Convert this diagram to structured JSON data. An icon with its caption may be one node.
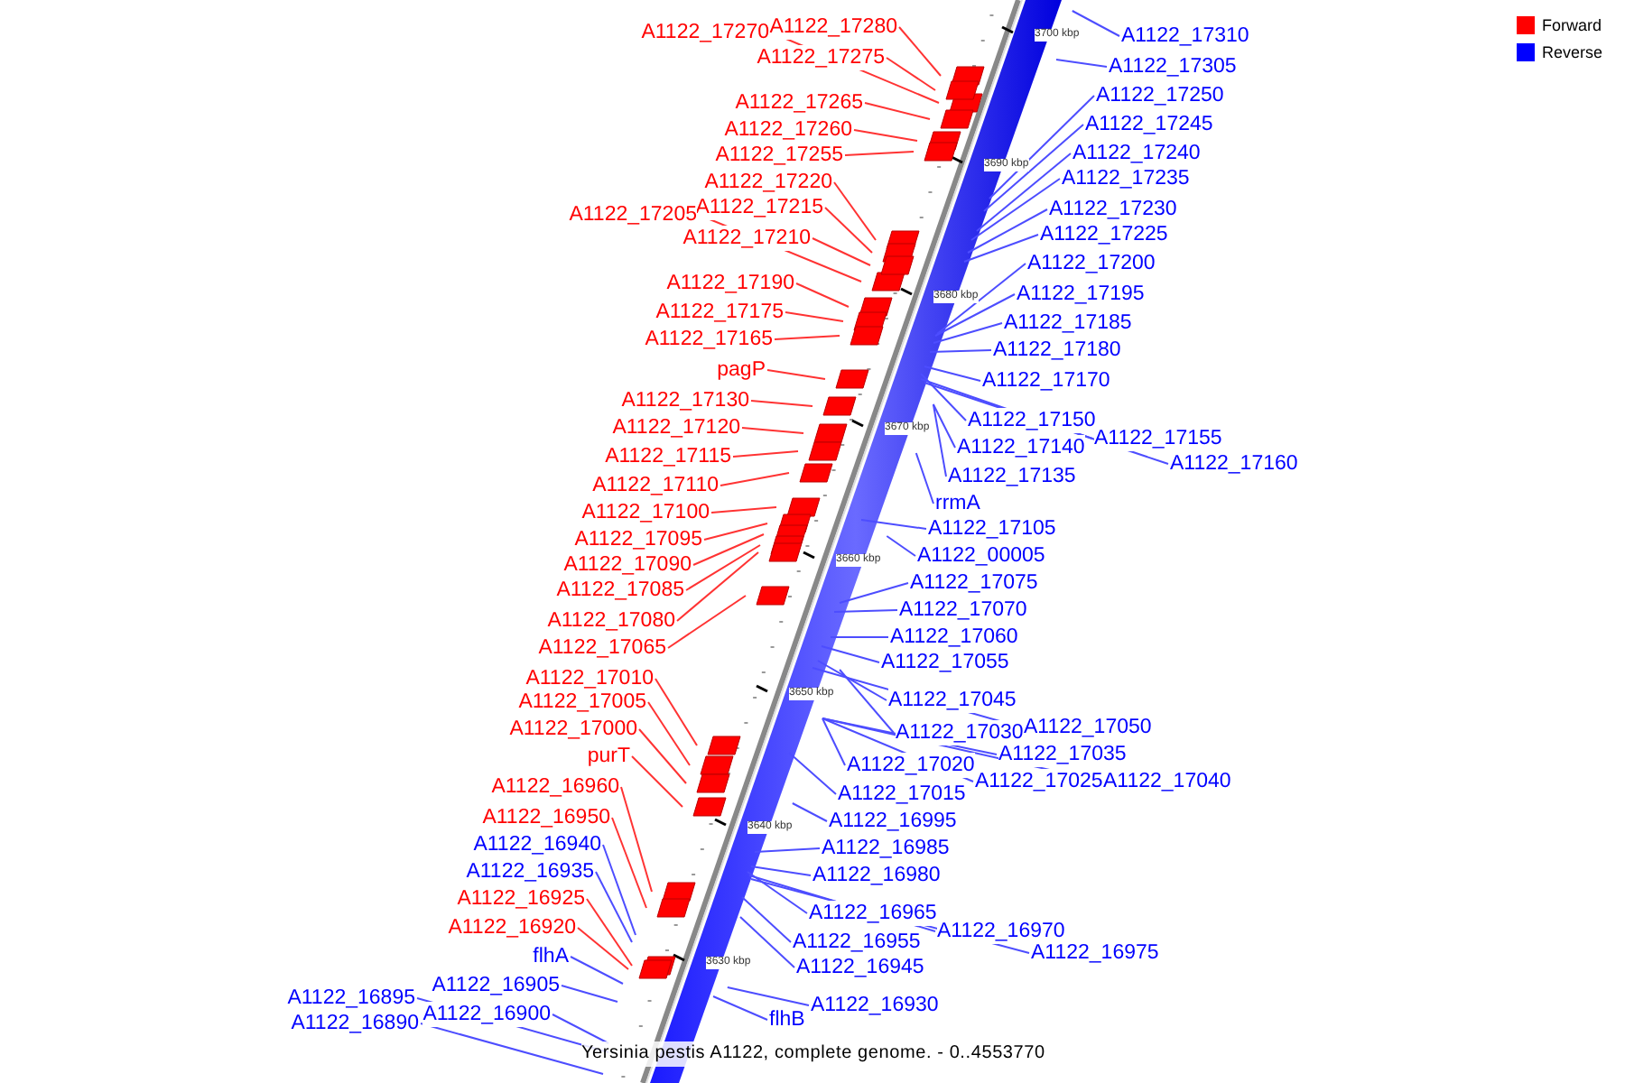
{
  "diagram": {
    "caption": "Yersinia pestis A1122, complete genome. - 0..4553770",
    "nodes": [
      {
        "text": [
          "A1122_17270"
        ]
      },
      {
        "text": [
          "A1122_17280"
        ]
      },
      {
        "text": [
          "A1122_17275"
        ]
      },
      {
        "text": [
          "A1122_17265"
        ]
      },
      {
        "text": [
          "A1122_17260"
        ]
      },
      {
        "text": [
          "A1122_17255"
        ]
      },
      {
        "text": [
          "A1122_17220"
        ]
      },
      {
        "text": [
          "A1122_17215"
        ]
      },
      {
        "text": [
          "A1122_17205"
        ]
      },
      {
        "text": [
          "A1122_17210"
        ]
      },
      {
        "text": [
          "A1122_17190"
        ]
      },
      {
        "text": [
          "A1122_17175"
        ]
      },
      {
        "text": [
          "A1122_17165"
        ]
      },
      {
        "text": [
          "pagP"
        ]
      },
      {
        "text": [
          "A1122_17130"
        ]
      },
      {
        "text": [
          "A1122_17120"
        ]
      },
      {
        "text": [
          "A1122_17115"
        ]
      },
      {
        "text": [
          "A1122_17110"
        ]
      },
      {
        "text": [
          "A1122_17100"
        ]
      },
      {
        "text": [
          "A1122_17095"
        ]
      },
      {
        "text": [
          "A1122_17090"
        ]
      },
      {
        "text": [
          "A1122_17085"
        ]
      },
      {
        "text": [
          "A1122_17080"
        ]
      },
      {
        "text": [
          "A1122_17065"
        ]
      },
      {
        "text": [
          "A1122_17010"
        ]
      },
      {
        "text": [
          "A1122_17005"
        ]
      },
      {
        "text": [
          "A1122_17000"
        ]
      },
      {
        "text": [
          "purT"
        ]
      },
      {
        "text": [
          "A1122_16960"
        ]
      },
      {
        "text": [
          "A1122_16950"
        ]
      },
      {
        "text": [
          "A1122_16940"
        ]
      },
      {
        "text": [
          "A1122_16935"
        ]
      },
      {
        "text": [
          "A1122_16925"
        ]
      },
      {
        "text": [
          "A1122_16920"
        ]
      },
      {
        "text": [
          "flhA"
        ]
      },
      {
        "text": [
          "A1122_16905"
        ]
      },
      {
        "text": [
          "A1122_16895"
        ]
      },
      {
        "text": [
          "A1122_16900"
        ]
      },
      {
        "text": [
          "A1122_16890"
        ]
      },
      {
        "text": [
          "A1122_17310"
        ]
      },
      {
        "text": [
          "A1122_17305"
        ]
      },
      {
        "text": [
          "A1122_17250"
        ]
      },
      {
        "text": [
          "A1122_17245"
        ]
      },
      {
        "text": [
          "A1122_17240"
        ]
      },
      {
        "text": [
          "A1122_17235"
        ]
      },
      {
        "text": [
          "A1122_17230"
        ]
      },
      {
        "text": [
          "A1122_17225"
        ]
      },
      {
        "text": [
          "A1122_17200"
        ]
      },
      {
        "text": [
          "A1122_17195"
        ]
      },
      {
        "text": [
          "A1122_17185"
        ]
      },
      {
        "text": [
          "A1122_17180"
        ]
      },
      {
        "text": [
          "A1122_17170"
        ]
      },
      {
        "text": [
          "A1122_17150"
        ]
      },
      {
        "text": [
          "A1122_17155"
        ]
      },
      {
        "text": [
          "A1122_17160"
        ]
      },
      {
        "text": [
          "A1122_17140"
        ]
      },
      {
        "text": [
          "A1122_17135"
        ]
      },
      {
        "text": [
          "rrmA"
        ]
      },
      {
        "text": [
          "A1122_17105"
        ]
      },
      {
        "text": [
          "A1122_00005"
        ]
      },
      {
        "text": [
          "A1122_17075"
        ]
      },
      {
        "text": [
          "A1122_17070"
        ]
      },
      {
        "text": [
          "A1122_17060"
        ]
      },
      {
        "text": [
          "A1122_17055"
        ]
      },
      {
        "text": [
          "A1122_17045"
        ]
      },
      {
        "text": [
          "A1122_17050"
        ]
      },
      {
        "text": [
          "A1122_17030"
        ]
      },
      {
        "text": [
          "A1122_17035"
        ]
      },
      {
        "text": [
          "A1122_17025"
        ]
      },
      {
        "text": [
          "A1122_17040"
        ]
      },
      {
        "text": [
          "A1122_17020"
        ]
      },
      {
        "text": [
          "A1122_17015"
        ]
      },
      {
        "text": [
          "A1122_16995"
        ]
      },
      {
        "text": [
          "A1122_16985"
        ]
      },
      {
        "text": [
          "A1122_16980"
        ]
      },
      {
        "text": [
          "A1122_16965"
        ]
      },
      {
        "text": [
          "A1122_16970"
        ]
      },
      {
        "text": [
          "A1122_16975"
        ]
      },
      {
        "text": [
          "A1122_16955"
        ]
      },
      {
        "text": [
          "A1122_16945"
        ]
      },
      {
        "text": [
          "A1122_16930"
        ]
      },
      {
        "text": [
          "flhB"
        ]
      }
    ],
    "edges": [
      {
        "from": 0,
        "to": null,
        "arrow": "none",
        "color": "#ff3333"
      },
      {
        "from": 1,
        "to": null,
        "arrow": "none",
        "color": "#ff3333"
      },
      {
        "from": 2,
        "to": null,
        "arrow": "none",
        "color": "#ff3333"
      },
      {
        "from": 3,
        "to": null,
        "arrow": "none",
        "color": "#ff3333"
      },
      {
        "from": 4,
        "to": null,
        "arrow": "none",
        "color": "#ff3333"
      },
      {
        "from": 5,
        "to": null,
        "arrow": "none",
        "color": "#ff3333"
      },
      {
        "from": 6,
        "to": null,
        "arrow": "none",
        "color": "#ff3333"
      },
      {
        "from": 7,
        "to": null,
        "arrow": "none",
        "color": "#ff3333"
      },
      {
        "from": 8,
        "to": null,
        "arrow": "none",
        "color": "#ff3333"
      },
      {
        "from": 9,
        "to": null,
        "arrow": "none",
        "color": "#ff3333"
      },
      {
        "from": 10,
        "to": null,
        "arrow": "none",
        "color": "#ff3333"
      },
      {
        "from": 11,
        "to": null,
        "arrow": "none",
        "color": "#ff3333"
      },
      {
        "from": 12,
        "to": null,
        "arrow": "none",
        "color": "#ff3333"
      },
      {
        "from": 13,
        "to": null,
        "arrow": "none",
        "color": "#ff3333"
      },
      {
        "from": 14,
        "to": null,
        "arrow": "none",
        "color": "#ff3333"
      },
      {
        "from": 15,
        "to": null,
        "arrow": "none",
        "color": "#ff3333"
      },
      {
        "from": 16,
        "to": null,
        "arrow": "none",
        "color": "#ff3333"
      },
      {
        "from": 17,
        "to": null,
        "arrow": "none",
        "color": "#ff3333"
      },
      {
        "from": 18,
        "to": null,
        "arrow": "none",
        "color": "#ff3333"
      },
      {
        "from": 19,
        "to": null,
        "arrow": "none",
        "color": "#ff3333"
      },
      {
        "from": 20,
        "to": null,
        "arrow": "none",
        "color": "#ff3333"
      },
      {
        "from": 21,
        "to": null,
        "arrow": "none",
        "color": "#ff3333"
      },
      {
        "from": 22,
        "to": null,
        "arrow": "none",
        "color": "#ff3333"
      },
      {
        "from": 23,
        "to": null,
        "arrow": "none",
        "color": "#ff3333"
      },
      {
        "from": 24,
        "to": null,
        "arrow": "none",
        "color": "#ff3333"
      },
      {
        "from": 25,
        "to": null,
        "arrow": "none",
        "color": "#ff3333"
      },
      {
        "from": 26,
        "to": null,
        "arrow": "none",
        "color": "#ff3333"
      },
      {
        "from": 27,
        "to": null,
        "arrow": "none",
        "color": "#ff3333"
      },
      {
        "from": 28,
        "to": null,
        "arrow": "none",
        "color": "#ff3333"
      },
      {
        "from": 29,
        "to": null,
        "arrow": "none",
        "color": "#ff3333"
      },
      {
        "from": 30,
        "to": null,
        "arrow": "none"
      },
      {
        "from": 31,
        "to": null,
        "arrow": "none"
      },
      {
        "from": 32,
        "to": null,
        "arrow": "none",
        "color": "#ff3333"
      },
      {
        "from": 33,
        "to": null,
        "arrow": "none",
        "color": "#ff3333"
      },
      {
        "from": 34,
        "to": null,
        "arrow": "none"
      },
      {
        "from": 35,
        "to": null,
        "arrow": "none"
      },
      {
        "from": 36,
        "to": null,
        "arrow": "none"
      },
      {
        "from": 37,
        "to": null,
        "arrow": "none"
      },
      {
        "from": 38,
        "to": null,
        "arrow": "none"
      },
      {
        "from": 39,
        "to": null,
        "arrow": "none"
      },
      {
        "from": 40,
        "to": null,
        "arrow": "none"
      },
      {
        "from": 41,
        "to": null,
        "arrow": "none"
      },
      {
        "from": 42,
        "to": null,
        "arrow": "none"
      },
      {
        "from": 43,
        "to": null,
        "arrow": "none"
      },
      {
        "from": 44,
        "to": null,
        "arrow": "none"
      },
      {
        "from": 45,
        "to": null,
        "arrow": "none"
      },
      {
        "from": 46,
        "to": null,
        "arrow": "none"
      },
      {
        "from": 47,
        "to": null,
        "arrow": "none"
      },
      {
        "from": 48,
        "to": null,
        "arrow": "none"
      },
      {
        "from": 49,
        "to": null,
        "arrow": "none"
      },
      {
        "from": 50,
        "to": null,
        "arrow": "none"
      },
      {
        "from": 51,
        "to": null,
        "arrow": "none"
      },
      {
        "from": 52,
        "to": null,
        "arrow": "none"
      },
      {
        "from": 53,
        "to": null,
        "arrow": "none"
      },
      {
        "from": 54,
        "to": null,
        "arrow": "none"
      },
      {
        "from": 55,
        "to": null,
        "arrow": "none"
      },
      {
        "from": 56,
        "to": null,
        "arrow": "none"
      },
      {
        "from": 57,
        "to": null,
        "arrow": "none"
      },
      {
        "from": 58,
        "to": null,
        "arrow": "none"
      },
      {
        "from": 59,
        "to": null,
        "arrow": "none"
      },
      {
        "from": 60,
        "to": null,
        "arrow": "none"
      },
      {
        "from": 61,
        "to": null,
        "arrow": "none"
      },
      {
        "from": 62,
        "to": null,
        "arrow": "none"
      },
      {
        "from": 63,
        "to": null,
        "arrow": "none"
      },
      {
        "from": 64,
        "to": null,
        "arrow": "none"
      },
      {
        "from": 65,
        "to": null,
        "arrow": "none"
      },
      {
        "from": 66,
        "to": null,
        "arrow": "none"
      },
      {
        "from": 67,
        "to": null,
        "arrow": "none"
      },
      {
        "from": 68,
        "to": null,
        "arrow": "none"
      },
      {
        "from": 69,
        "to": null,
        "arrow": "none"
      },
      {
        "from": 70,
        "to": null,
        "arrow": "none"
      },
      {
        "from": 71,
        "to": null,
        "arrow": "none"
      },
      {
        "from": 72,
        "to": null,
        "arrow": "none"
      },
      {
        "from": 73,
        "to": null,
        "arrow": "none"
      },
      {
        "from": 74,
        "to": null,
        "arrow": "none"
      },
      {
        "from": 75,
        "to": null,
        "arrow": "none"
      },
      {
        "from": 76,
        "to": null,
        "arrow": "none"
      },
      {
        "from": 77,
        "to": null,
        "arrow": "none"
      },
      {
        "from": 78,
        "to": null,
        "arrow": "none"
      },
      {
        "from": 79,
        "to": null,
        "arrow": "none"
      },
      {
        "from": 80,
        "to": null,
        "arrow": "none"
      },
      {
        "from": 81,
        "to": null,
        "arrow": "none"
      }
    ],
    "labels": [
      "3700 kbp",
      "3690 kbp",
      "3680 kbp",
      "3670 kbp",
      "3660 kbp",
      "3650 kbp",
      "3640 kbp",
      "3630 kbp"
    ],
    "legend": [
      {
        "text": "Forward",
        "color": "#ff0000"
      },
      {
        "text": "Reverse",
        "color": "#0000ff"
      }
    ]
  }
}
